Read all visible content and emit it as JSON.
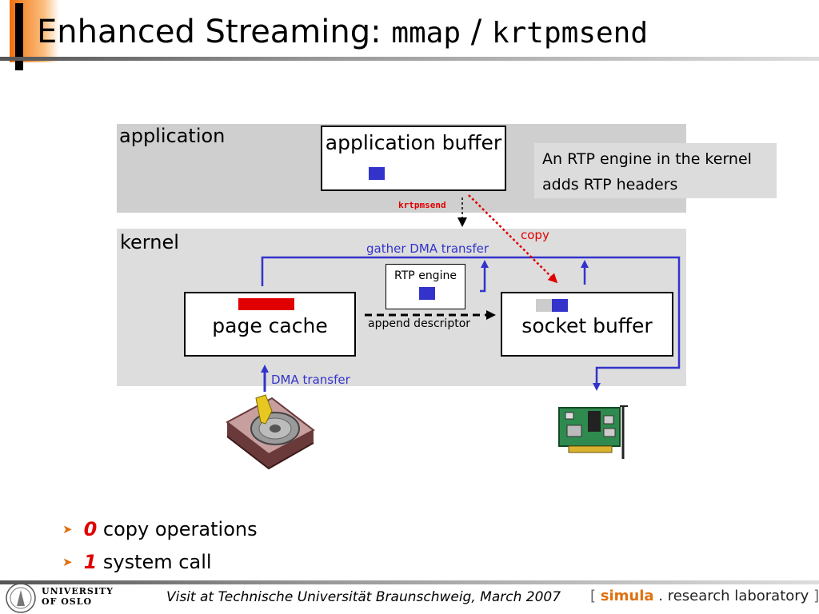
{
  "title": {
    "main": "Enhanced Streaming:",
    "code1": "mmap",
    "sep": "/",
    "code2": "krtpmsend"
  },
  "diagram": {
    "application_label": "application",
    "application_buffer_label": "application buffer",
    "note_line1": "An RTP engine in the kernel",
    "note_line2": "adds RTP headers",
    "syscall_label": "krtpmsend",
    "copy_label": "copy",
    "kernel_label": "kernel",
    "gather_dma_label": "gather DMA transfer",
    "rtp_engine_label": "RTP engine",
    "page_cache_label": "page cache",
    "append_descriptor_label": "append descriptor",
    "socket_buffer_label": "socket buffer",
    "dma_transfer_label": "DMA transfer"
  },
  "bullets": [
    {
      "number": "0",
      "text": " copy operations"
    },
    {
      "number": "1",
      "text": " system call"
    }
  ],
  "footer": {
    "university_line1": "UNIVERSITY",
    "university_line2": "OF OSLO",
    "event_text": "Visit at Technische Universität Braunschweig, March 2007",
    "lab_open": "[",
    "lab_name": "simula",
    "lab_dot": " . ",
    "lab_rest": "research laboratory",
    "lab_close": "]"
  },
  "colors": {
    "accent": "#e07010",
    "blue": "#3333cc",
    "red": "#e00000",
    "layer_gray": "#dddddd"
  },
  "icons": [
    "hard-disk-icon",
    "network-card-icon",
    "university-seal-icon",
    "bullet-arrow-icon"
  ]
}
